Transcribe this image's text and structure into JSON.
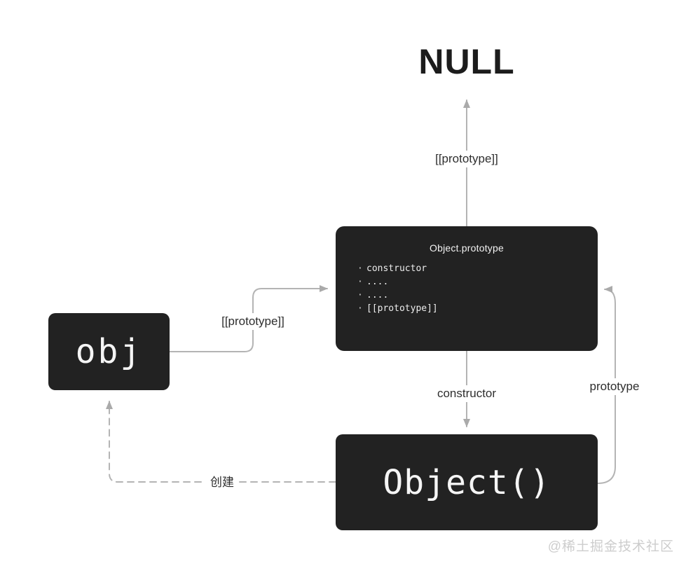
{
  "diagram": {
    "null_label": "NULL",
    "nodes": {
      "obj": {
        "label": "obj"
      },
      "object_prototype": {
        "title": "Object.prototype",
        "bullet": "·",
        "items": [
          "constructor",
          "....",
          "....",
          "[[prototype]]"
        ]
      },
      "object_constructor": {
        "label": "Object()"
      }
    },
    "edges": {
      "proto_to_null": {
        "label": "[[prototype]]"
      },
      "obj_to_proto": {
        "label": "[[prototype]]"
      },
      "proto_to_constructor": {
        "label": "constructor"
      },
      "constructor_to_proto": {
        "label": "prototype"
      },
      "constructor_creates_obj": {
        "label": "创建"
      }
    },
    "watermark": "@稀土掘金技术社区",
    "colors": {
      "background": "#ffffff",
      "node_bg": "#222222",
      "node_text": "#f5f5f5",
      "line": "#b4b4b4",
      "arrowhead": "#aaaaaa",
      "label_text": "#2e2e2e",
      "title_text": "#1c1c1c",
      "watermark_text": "#cdcdcd"
    }
  }
}
